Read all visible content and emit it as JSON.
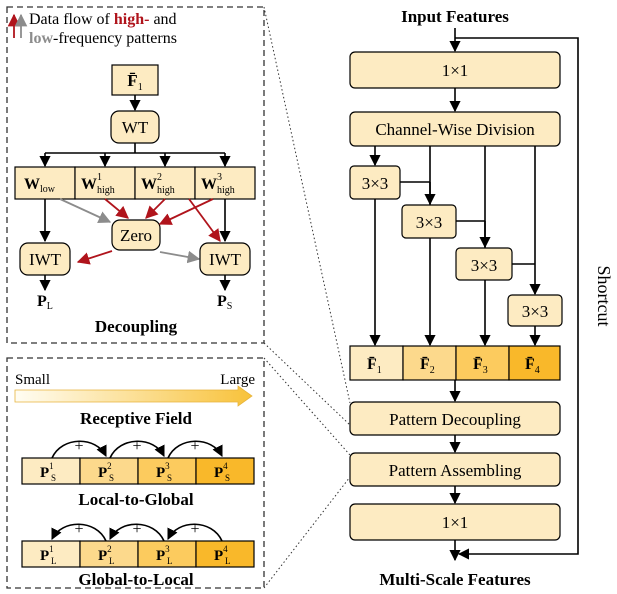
{
  "colors": {
    "box_fill": "#FDEBC2",
    "f2_fill": "#FCD98C",
    "f3_fill": "#FCCB5E",
    "f4_fill": "#F9B82A",
    "high_freq_arrow": "#B0141C",
    "low_freq_arrow": "#8C8C8C",
    "receptive_gradient_start": "#FFFDF3",
    "receptive_gradient_end": "#F8C23A"
  },
  "legend": {
    "prefix": "Data flow of ",
    "high": "high-",
    "mid": " and",
    "low": "low",
    "suffix": "-frequency patterns"
  },
  "decoupling": {
    "title": "Decoupling",
    "input_label": "F̄",
    "input_sub": "1",
    "wt_label": "WT",
    "coeffs": [
      {
        "base": "W",
        "sub": "low",
        "sup": ""
      },
      {
        "base": "W",
        "sub": "high",
        "sup": "1"
      },
      {
        "base": "W",
        "sub": "high",
        "sup": "2"
      },
      {
        "base": "W",
        "sub": "high",
        "sup": "3"
      }
    ],
    "zero_label": "Zero",
    "iwt_left": "IWT",
    "iwt_right": "IWT",
    "out_left": {
      "base": "P",
      "sub": "L"
    },
    "out_right": {
      "base": "P",
      "sub": "S"
    }
  },
  "assembling": {
    "small_label": "Small",
    "large_label": "Large",
    "receptive_title": "Receptive Field",
    "plus": "+",
    "local_title": "Local-to-Global",
    "global_title": "Global-to-Local",
    "local_cells": [
      {
        "base": "P",
        "sub": "S",
        "sup": "1"
      },
      {
        "base": "P",
        "sub": "S",
        "sup": "2"
      },
      {
        "base": "P",
        "sub": "S",
        "sup": "3"
      },
      {
        "base": "P",
        "sub": "S",
        "sup": "4"
      }
    ],
    "global_cells": [
      {
        "base": "P",
        "sub": "L",
        "sup": "1"
      },
      {
        "base": "P",
        "sub": "L",
        "sup": "2"
      },
      {
        "base": "P",
        "sub": "L",
        "sup": "3"
      },
      {
        "base": "P",
        "sub": "L",
        "sup": "4"
      }
    ]
  },
  "main_flow": {
    "input_title": "Input Features",
    "conv_top": "1×1",
    "division": "Channel-Wise Division",
    "conv3": [
      "3×3",
      "3×3",
      "3×3",
      "3×3"
    ],
    "features": [
      {
        "base": "F̄",
        "sub": "1"
      },
      {
        "base": "F̄",
        "sub": "2"
      },
      {
        "base": "F̄",
        "sub": "3"
      },
      {
        "base": "F̄",
        "sub": "4"
      }
    ],
    "pattern_decoupling": "Pattern Decoupling",
    "pattern_assembling": "Pattern Assembling",
    "conv_bottom": "1×1",
    "output_title": "Multi-Scale Features",
    "shortcut": "Shortcut"
  }
}
